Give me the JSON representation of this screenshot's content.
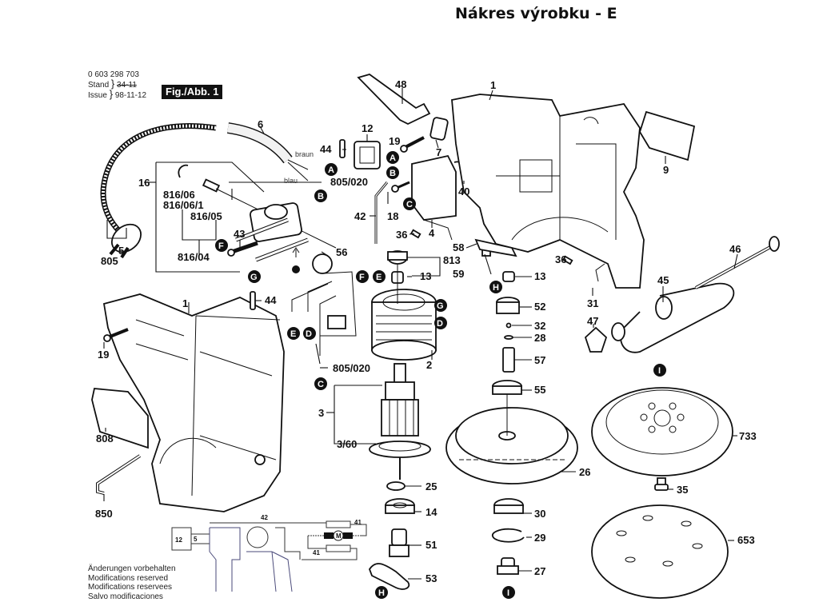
{
  "header": {
    "title": "Nákres výrobku - E"
  },
  "document_meta": {
    "part_number": "0 603 298 703",
    "stand_label": "Stand",
    "stand_value_struck": "34-11",
    "issue_label": "Issue",
    "issue_value": "98-11-12",
    "figure_label": "Fig./Abb. 1"
  },
  "modification_notice": [
    "Änderungen vorbehalten",
    "Modifications reserved",
    "Modifications reservees",
    "Salvo modificaciones"
  ],
  "wire_labels": {
    "brown": "braun",
    "blue": "blau"
  },
  "connection_markers": [
    "A",
    "B",
    "C",
    "D",
    "E",
    "F",
    "G",
    "H",
    "I"
  ],
  "part_labels": {
    "p1_top": "1",
    "p1_left": "1",
    "p2": "2",
    "p3": "3",
    "p3_60": "3/60",
    "p4": "4",
    "p5": "5",
    "p6": "6",
    "p7": "7",
    "p9": "9",
    "p12": "12",
    "p13a": "13",
    "p13b": "13",
    "p14": "14",
    "p16": "16",
    "p18": "18",
    "p19a": "19",
    "p19b": "19",
    "p25": "25",
    "p26": "26",
    "p27": "27",
    "p28": "28",
    "p29": "29",
    "p30": "30",
    "p31": "31",
    "p32": "32",
    "p35": "35",
    "p36a": "36",
    "p36b": "36",
    "p40": "40",
    "p42": "42",
    "p43": "43",
    "p44a": "44",
    "p44b": "44",
    "p45": "45",
    "p46": "46",
    "p47": "47",
    "p48": "48",
    "p51": "51",
    "p52": "52",
    "p53": "53",
    "p55": "55",
    "p56": "56",
    "p57": "57",
    "p58": "58",
    "p59": "59",
    "p653": "653",
    "p733": "733",
    "p805": "805",
    "p805_020a": "805/020",
    "p805_020b": "805/020",
    "p808": "808",
    "p813": "813",
    "p816_04": "816/04",
    "p816_05": "816/05",
    "p816_06": "816/06",
    "p816_06_1": "816/06/1",
    "p850": "850"
  },
  "schematic": {
    "switch_label": "12",
    "plug_label": "5",
    "capacitor_label": "42",
    "resistor_top_label": "41",
    "resistor_bottom_label": "41",
    "motor_label": "M"
  }
}
